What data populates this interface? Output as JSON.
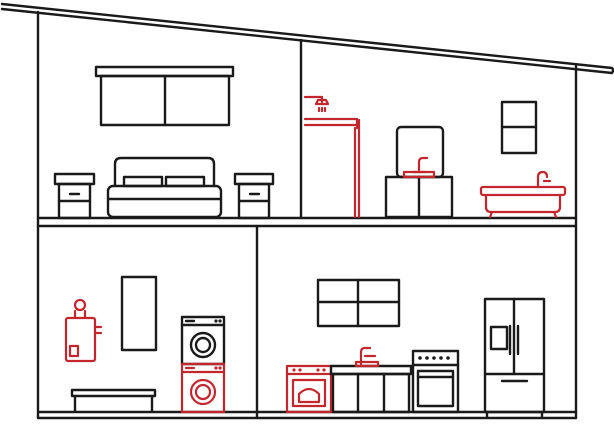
{
  "illustration": {
    "subject": "house-cross-section",
    "rooms": [
      {
        "id": "bedroom",
        "fixtures": [
          "window-icon",
          "bed-icon",
          "nightstand-icon",
          "nightstand-icon"
        ]
      },
      {
        "id": "bathroom",
        "fixtures": [
          "shower-icon",
          "vanity-icon",
          "faucet-icon",
          "bathtub-icon",
          "window-icon"
        ]
      },
      {
        "id": "utility-room",
        "fixtures": [
          "water-heater-icon",
          "wall-panel-icon",
          "washer-icon",
          "dryer-icon",
          "bench-icon"
        ]
      },
      {
        "id": "kitchen",
        "fixtures": [
          "window-icon",
          "oven-icon",
          "sink-faucet-icon",
          "stove-icon",
          "refrigerator-icon"
        ]
      }
    ],
    "colors": {
      "outline": "#1a1a1a",
      "highlight": "#c4262e",
      "background": "#ffffff"
    },
    "highlighted_fixtures": [
      "shower-icon",
      "faucet-icon",
      "bathtub-icon",
      "water-heater-icon",
      "dryer-icon",
      "oven-icon",
      "sink-faucet-icon"
    ]
  }
}
